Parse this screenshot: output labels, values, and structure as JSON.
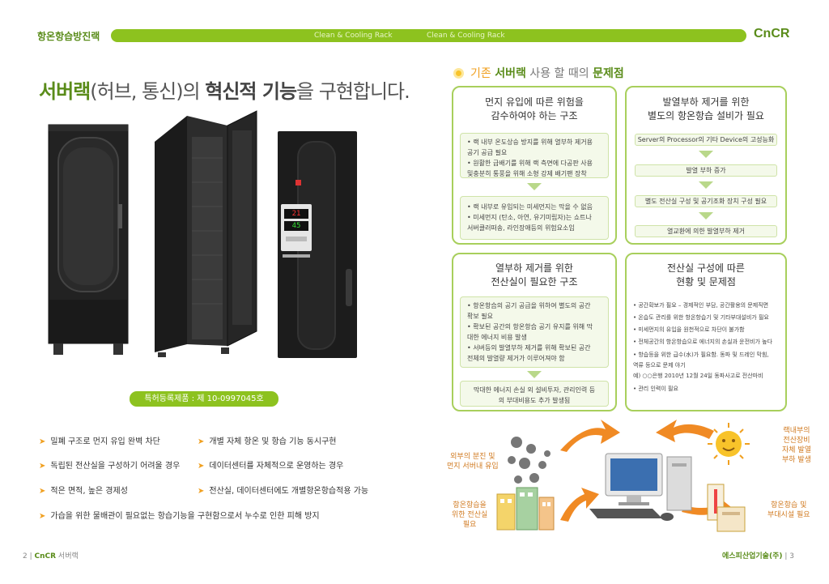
{
  "header": {
    "category": "항온항습방진랙",
    "tagline_1": "Clean & Cooling Rack",
    "tagline_2": "Clean & Cooling Rack",
    "logo": "CnCR"
  },
  "headline": {
    "part1": "서버랙",
    "part2": "(허브, 통신)의 ",
    "part3": "혁신적 기능",
    "part4": "을 구현합니다."
  },
  "controller": {
    "display_top": "21",
    "display_bottom": "45"
  },
  "patent": "특허등록제품 : 제 10-0997045호",
  "features": [
    "밀폐 구조로 먼지 유입 완벽 차단",
    "개별 자체 항온 및 항습 기능 동시구현",
    "독립된 전산실을 구성하기 어려울 경우",
    "데이터센터를 자체적으로 운영하는 경우",
    "적은 면적, 높은 경제성",
    "전산실, 데이터센터에도 개별항온항습적용 가능",
    "가습을 위한 물배관이 필요없는 항습기능을 구현함으로서 누수로 인한 피해 방지"
  ],
  "section": {
    "p1": "기존 ",
    "p2": "서버랙",
    "p3": " 사용 할 때의 ",
    "p4": "문제점"
  },
  "box1": {
    "title_1": "먼지 유입에 따른 위험을",
    "title_2": "감수하여야 하는 구조",
    "group1": [
      "• 랙 내부 온도상승 방지를 위해 열부하 제거용",
      "  공기 공급 필요",
      "• 원활한 급배기를 위해 랙 측면에 다공판 사용",
      "  및충분히 통풍을 위해 소형 강제 배기팬 장착"
    ],
    "group2": [
      "• 랙 내부로 유입되는 미세먼지는 막을 수 없음",
      "• 미세먼지 (탄소, 아연, 유기미립자)는 쇼트나",
      "  서버클러떠송, 라인장애등의 위험요소임"
    ]
  },
  "box2": {
    "title_1": "발열부하 제거를 위한",
    "title_2": "별도의 항온항습 설비가 필요",
    "steps": [
      "Server의 Processor의 기타 Device의 고성능화",
      "발열 부하 증가",
      "별도 전산실 구성 및 공기조화 장치 구성 필요",
      "열교환에 의한 발열부하 제거"
    ]
  },
  "box3": {
    "title_1": "열부하 제거를 위한",
    "title_2": "전산실이 필요한 구조",
    "group1": [
      "• 항온항습의 공기 공급을 위하여 별도의 공간",
      "  확보 필요",
      "• 확보된 공간의 항온항습 공기 유지를 위해 막",
      "  대한 에너지 비용 발생",
      "• 서버등의 발열부하 제거를 위해 확보된 공간",
      "  전체의 발열량 제거가 이루어져야 함"
    ],
    "group2": [
      "막대한 에너지 손실 외 설비투자, 관리인력 등",
      "의 부대비용도 추가 발생됨"
    ]
  },
  "box4": {
    "title_1": "전산실 구성에 따른",
    "title_2": "현황 및 문제점",
    "items": [
      "• 공간확보가 필요 – 경제적인 부담, 공간활용의 문제직면",
      "• 온습도 관리를 위한 항온항습기 및 기타부대설비가 필요",
      "• 미세먼지의 유입을 원천적으로 차단이 불가함",
      "• 전체공간의 항온항습으로 에너지의 손실과 운전비가 높다",
      "• 항습등을 위한 급수(水)가 필요함. 동파 및 드레인 막힘,",
      "  역류 등으로 문제 야기",
      "  예) ○○은행 2010년 12월 24일 동파사고로 전산마비",
      "• 관리 인력이 필요"
    ]
  },
  "diagram": {
    "label_dust_1": "외부의 분진 및",
    "label_dust_2": "먼지 서버내 유입",
    "label_heat_1": "랙내부의",
    "label_heat_2": "전산장비",
    "label_heat_3": "자체 발열",
    "label_heat_4": "부하 발생",
    "label_room_1": "항온항습을",
    "label_room_2": "위한 전산실",
    "label_room_3": "필요",
    "label_equip_1": "항온항습 및",
    "label_equip_2": "부대시설 필요"
  },
  "footer": {
    "left_page": "2",
    "left_brand": "CnCR",
    "left_title": " 서버랙",
    "right_company": "에스피산업기술(주)",
    "right_page": "3"
  },
  "colors": {
    "accent": "#8dc21f",
    "accent_dark": "#5a8c1a",
    "orange": "#f0a020"
  }
}
